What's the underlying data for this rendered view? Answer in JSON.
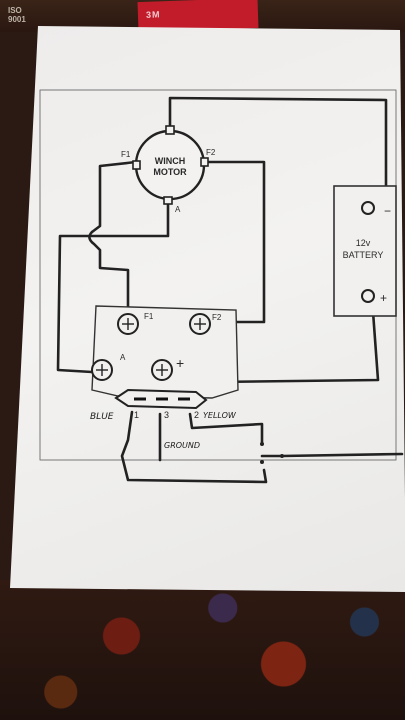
{
  "background": {
    "iso_badge": {
      "line1": "ISO",
      "line2": "9001"
    },
    "red_card_text": "3M"
  },
  "diagram": {
    "motor_label_line1": "WINCH",
    "motor_label_line2": "MOTOR",
    "motor_terminals": {
      "f1": "F1",
      "f2": "F2",
      "a": "A"
    },
    "battery_label_line1": "12v",
    "battery_label_line2": "BATTERY",
    "battery_minus": "−",
    "battery_plus": "+",
    "solenoid_terminals": {
      "f1": "F1",
      "f2": "F2",
      "a": "A",
      "plus": "+"
    },
    "pin_numbers": {
      "p1": "1",
      "p3": "3",
      "p2": "2"
    },
    "handwritten": {
      "blue": "BLUE",
      "ground": "GROUND",
      "yellow": "YELLOW"
    }
  },
  "colors": {
    "paper": "#f0efed",
    "ink": "#1f1f1f",
    "rug_red": "#7d2413",
    "card_red": "#c21c2b"
  }
}
